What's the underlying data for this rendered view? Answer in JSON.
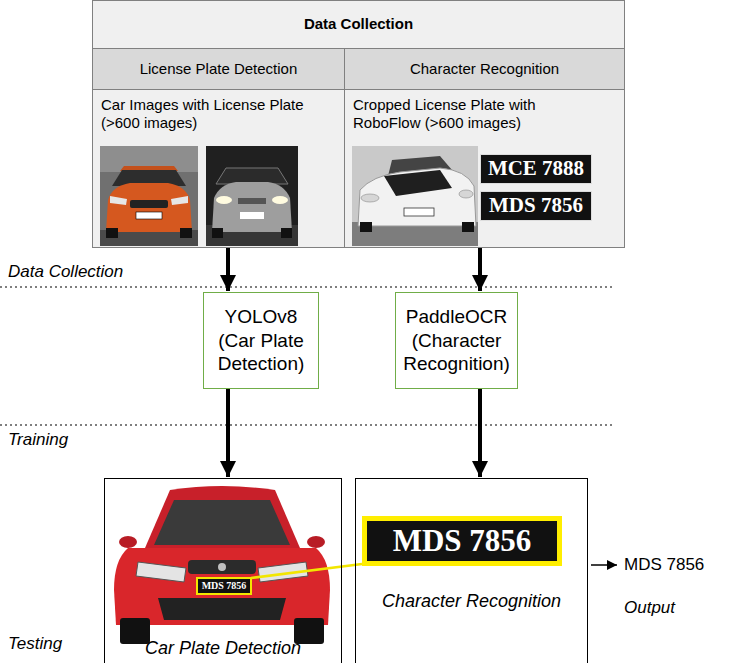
{
  "diagram": {
    "nodes": [
      {
        "text": [
          "Data Collection"
        ]
      },
      {
        "text": [
          "License Plate Detection"
        ],
        "in": 0
      },
      {
        "text": [
          "Character Recognition"
        ],
        "in": 0
      },
      {
        "text": [
          "Car Images with License Plate (>600 images)"
        ],
        "in": 0
      },
      {
        "text": [
          "Cropped License Plate with RoboFlow (>600 images)"
        ],
        "in": 0
      },
      {
        "text": [
          "MCE 7888"
        ],
        "in": 4
      },
      {
        "text": [
          "MDS 7856"
        ],
        "in": 4
      },
      {
        "text": [
          "YOLOv8 (Car Plate Detection)"
        ]
      },
      {
        "text": [
          "PaddleOCR (Character Recognition)"
        ]
      },
      {
        "text": [
          "Car Plate Detection"
        ]
      },
      {
        "text": [
          "MDS 7856"
        ],
        "in": 9
      },
      {
        "text": [
          "Character Recognition"
        ]
      },
      {
        "text": [
          "MDS 7856"
        ],
        "in": 11
      }
    ],
    "edges": [
      {
        "from": 3,
        "to": 7,
        "arrow": "to"
      },
      {
        "from": 4,
        "to": 8,
        "arrow": "to"
      },
      {
        "from": 7,
        "to": 9,
        "arrow": "to"
      },
      {
        "from": 8,
        "to": 11,
        "arrow": "to"
      },
      {
        "from": 10,
        "to": 12,
        "arrow": "none"
      }
    ],
    "labels": [
      "Data Collection",
      "Training",
      "Testing",
      "MDS 7856",
      "Output"
    ]
  }
}
